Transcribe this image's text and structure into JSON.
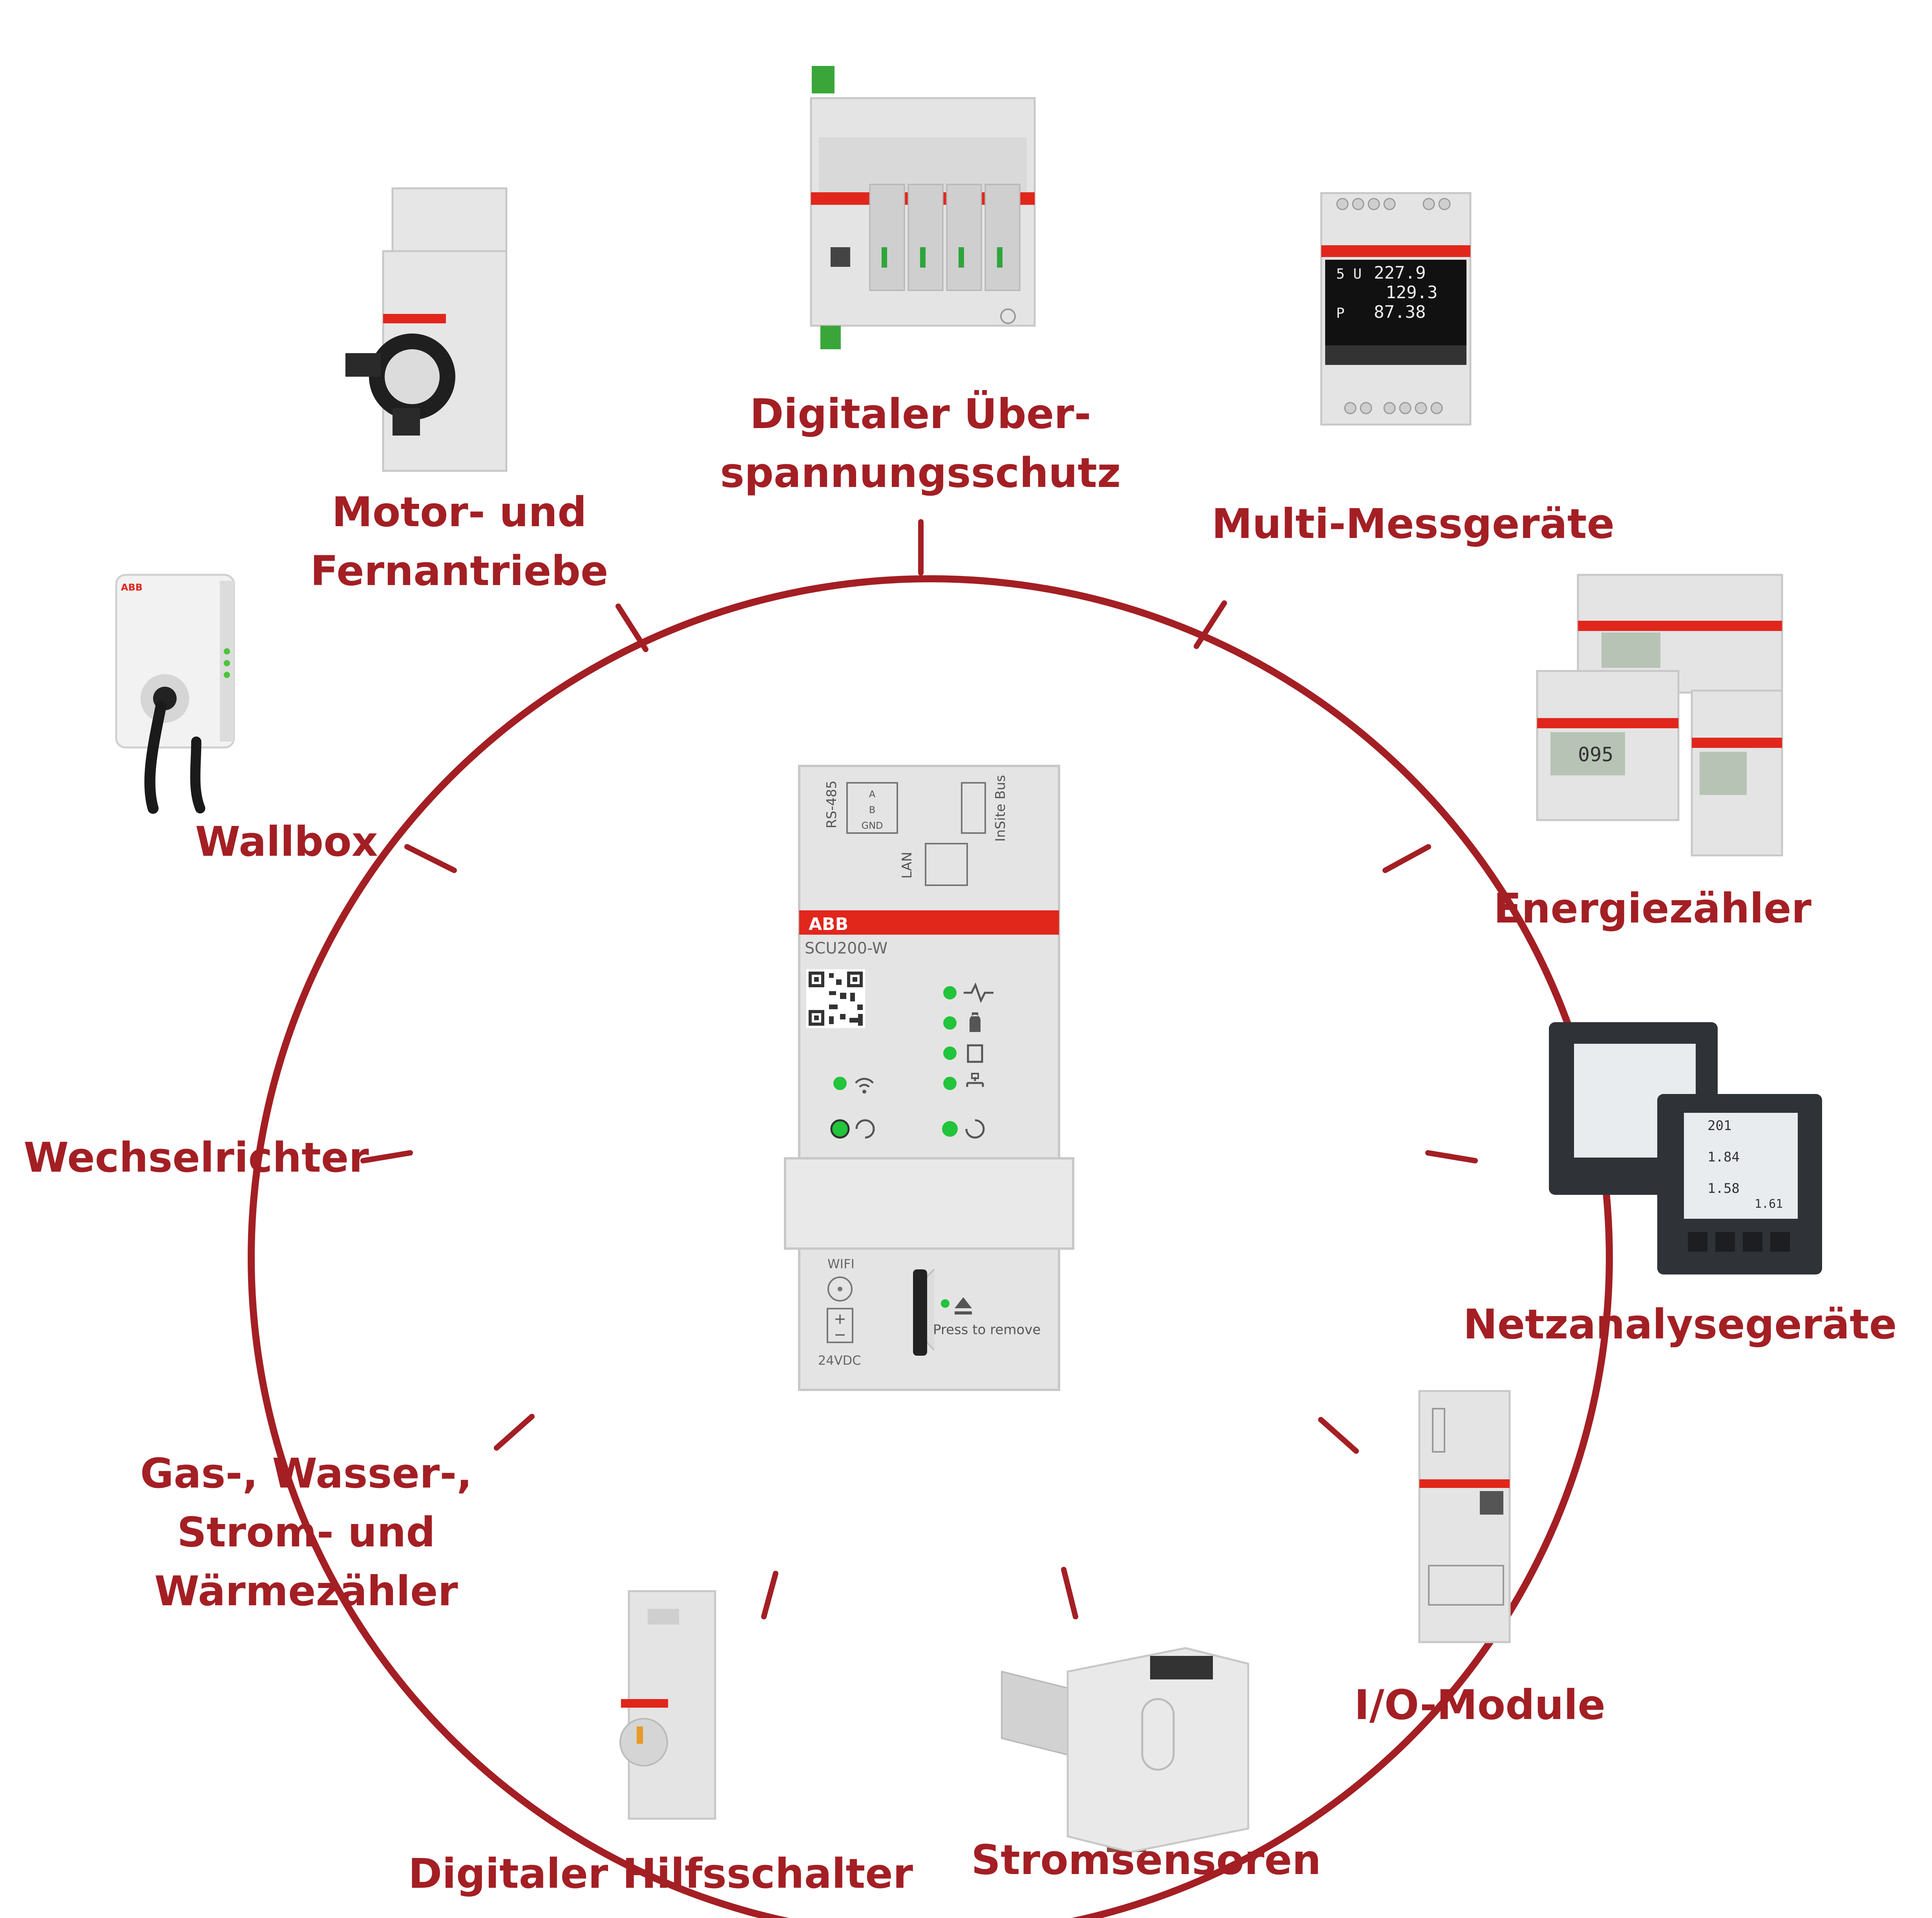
{
  "colors": {
    "accent": "#a31f24",
    "device_body": "#e6e6e6",
    "abb_red": "#e1261c",
    "led_green": "#22c43b",
    "dark_device": "#2f3236"
  },
  "hub": {
    "brand": "ABB",
    "model": "SCU200-W",
    "port_rs485": "RS-485",
    "port_a": "A",
    "port_b": "B",
    "port_gnd": "GND",
    "port_insite_bus": "InSite Bus",
    "port_lan": "LAN",
    "wifi": "WIFI",
    "plus": "+",
    "minus": "−",
    "voltage": "24VDC",
    "press_to_remove": "Press to remove"
  },
  "devices": {
    "multi_meter_readings": [
      "227.9",
      "129.3",
      "87.38"
    ],
    "multi_meter_units": [
      "5 U",
      "P"
    ],
    "analyzer_readings": [
      "201",
      "1.84",
      "1.58",
      "1.61"
    ]
  },
  "labels": {
    "surge": [
      "Digitaler Über-",
      "spannungsschutz"
    ],
    "multi": [
      "Multi-Messgeräte"
    ],
    "energy": [
      "Energiezähler"
    ],
    "netz": [
      "Netzanalysegeräte"
    ],
    "io": [
      "I/O-Module"
    ],
    "strom": [
      "Stromsensoren"
    ],
    "hilf": [
      "Digitaler Hilfsschalter"
    ],
    "gas": [
      "Gas-, Wasser-,",
      "Strom- und",
      "Wärmezähler"
    ],
    "wechsel": [
      "Wechselrichter"
    ],
    "wallbox": [
      "Wallbox"
    ],
    "motor": [
      "Motor- und",
      "Fernantriebe"
    ]
  }
}
